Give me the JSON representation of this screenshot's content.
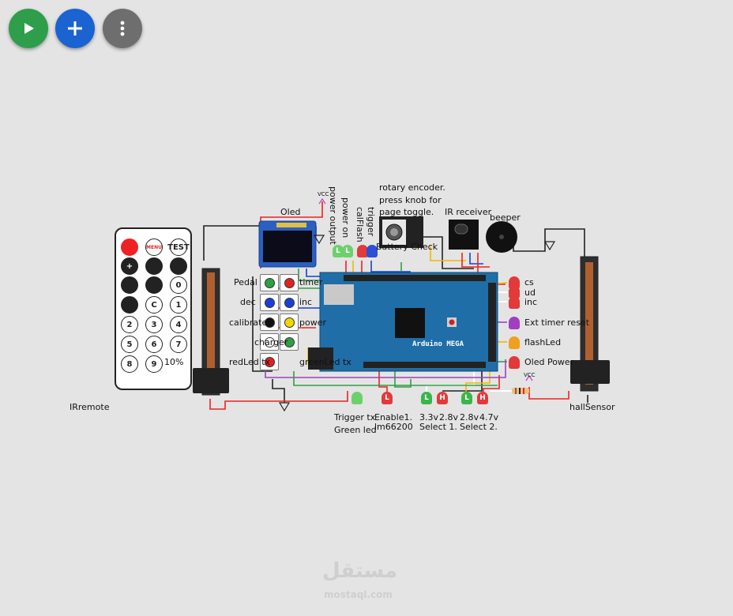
{
  "toolbar": {
    "start_color": "#2e9e4a",
    "add_color": "#1a63d1",
    "more_color": "#6e6e6e",
    "start_icon": "play-icon",
    "add_icon": "plus-icon",
    "more_icon": "more-vertical-icon"
  },
  "labels": {
    "oled": "Oled",
    "vcc_top": "VCC",
    "vcc_bottom": "VCC",
    "power_output": "power output",
    "power_on": "power on",
    "calflash": "calFlash",
    "trigger": "trigger",
    "battery_check": "Battery Check",
    "rotary_1": "rotary encoder.",
    "rotary_2": "press knob for",
    "rotary_3": "page toggle.",
    "ir_receiver": "IR receiver",
    "beeper": "beeper",
    "pedal": "Pedal",
    "dec": "dec",
    "calibrate": "calibrate",
    "charger": "charger",
    "redled_tx": "redLed tx",
    "timer": "timer",
    "inc_btn": "inc",
    "power": "power",
    "green_led_tx": "greenLed tx",
    "cs": "cs",
    "ud": "ud",
    "inc_pin": "inc",
    "ext_timer_reset": "Ext timer reset",
    "flashled": "flashLed",
    "oled_power": "Oled Power",
    "irremote": "IRremote",
    "hallsensor": "hallSensor",
    "slider_value": "10%",
    "trigger_tx": "Trigger tx",
    "green_led": "Green led",
    "enable1": "Enable1.",
    "lm66200": "lm66200",
    "v33": "3.3v",
    "v28a": "2.8v",
    "v28b": "2.8v",
    "v47": "4.7v",
    "select1": "Select 1.",
    "select2": "Select 2.",
    "arduino": "Arduino MEGA",
    "watermark": "mostaql.com",
    "watermark_ar": "مستقل"
  },
  "leds": {
    "bottom": [
      {
        "name": "led-trigger-tx",
        "letter": "",
        "color": "#6cd16c"
      },
      {
        "name": "led-enable1",
        "letter": "L",
        "color": "#e23a3a"
      },
      {
        "name": "led-select1-l",
        "letter": "L",
        "color": "#3bb54a"
      },
      {
        "name": "led-select1-h",
        "letter": "H",
        "color": "#e23a3a"
      },
      {
        "name": "led-select2-l",
        "letter": "L",
        "color": "#3bb54a"
      },
      {
        "name": "led-select2-h",
        "letter": "H",
        "color": "#e23a3a"
      }
    ],
    "top": [
      {
        "name": "led-power-output",
        "letter": "L",
        "color": "#6cd16c"
      },
      {
        "name": "led-power-on",
        "letter": "L",
        "color": "#6cd16c"
      },
      {
        "name": "led-calflash",
        "letter": "",
        "color": "#e23a3a"
      },
      {
        "name": "led-trigger",
        "letter": "",
        "color": "#2b4fd6"
      }
    ],
    "right": [
      {
        "name": "led-cs",
        "letter": "",
        "color": "#e23a3a"
      },
      {
        "name": "led-ud",
        "letter": "",
        "color": "#e23a3a"
      },
      {
        "name": "led-inc",
        "letter": "",
        "color": "#e23a3a"
      },
      {
        "name": "led-ext-timer-reset",
        "letter": "",
        "color": "#a040c0"
      },
      {
        "name": "led-flashled",
        "letter": "",
        "color": "#f0a020"
      },
      {
        "name": "led-oled-power",
        "letter": "",
        "color": "#e23a3a"
      }
    ]
  },
  "remote": {
    "keys": [
      "",
      "MENU",
      "TEST",
      "+",
      "",
      "",
      "",
      "",
      "0",
      "",
      "C",
      "1",
      "2",
      "3",
      "4",
      "5",
      "6",
      "7",
      "8",
      "9"
    ]
  },
  "buttons_left": [
    {
      "name": "button-pedal",
      "color": "#2ea043"
    },
    {
      "name": "button-dec",
      "color": "#1a3fd6"
    },
    {
      "name": "button-calibrate",
      "color": "#111111"
    },
    {
      "name": "button-charger",
      "color": "#ffffff"
    },
    {
      "name": "button-redled-tx",
      "color": "#e22222"
    }
  ],
  "buttons_right": [
    {
      "name": "button-timer",
      "color": "#e22222"
    },
    {
      "name": "button-inc",
      "color": "#1a3fd6"
    },
    {
      "name": "button-power",
      "color": "#f2d600"
    },
    {
      "name": "button-greenled-tx",
      "color": "#2ea043"
    }
  ]
}
